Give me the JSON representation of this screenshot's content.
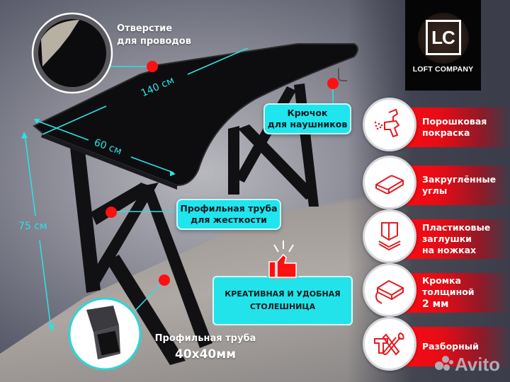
{
  "brand": {
    "logo_mark": "LC",
    "logo_name": "LOFT COMPANY"
  },
  "callouts": {
    "cable_hole": {
      "line1": "Отверстие",
      "line2": "для проводов"
    },
    "headphone_hook": {
      "line1": "Крючок",
      "line2": "для наушников"
    },
    "stiffener_pipe": {
      "line1": "Профильная труба",
      "line2": "для жесткости"
    },
    "profile_pipe": {
      "line1": "Профильная труба",
      "line2": "40х40мм"
    },
    "tabletop": {
      "line1": "КРЕАТИВНАЯ И УДОБНАЯ",
      "line2": "СТОЛЕШНИЦА"
    }
  },
  "dimensions": {
    "width": "140 см",
    "depth": "60 см",
    "height": "75 см"
  },
  "features": [
    {
      "icon": "spray-gun-icon",
      "lines": [
        "Порошковая",
        "покраска"
      ]
    },
    {
      "icon": "rounded-slab-icon",
      "lines": [
        "Закруглённые",
        "углы"
      ]
    },
    {
      "icon": "leg-cap-icon",
      "lines": [
        "Пластиковые",
        "заглушки",
        "на ножках"
      ]
    },
    {
      "icon": "edge-band-icon",
      "lines": [
        "Кромка",
        "толщиной",
        "2 мм"
      ]
    },
    {
      "icon": "tools-icon",
      "lines": [
        "Разборный"
      ]
    }
  ],
  "watermark": "Avito",
  "colors": {
    "accent_cyan": "#1fe5ee",
    "accent_red": "#ff0a12",
    "desk": "#0d0d0f"
  }
}
